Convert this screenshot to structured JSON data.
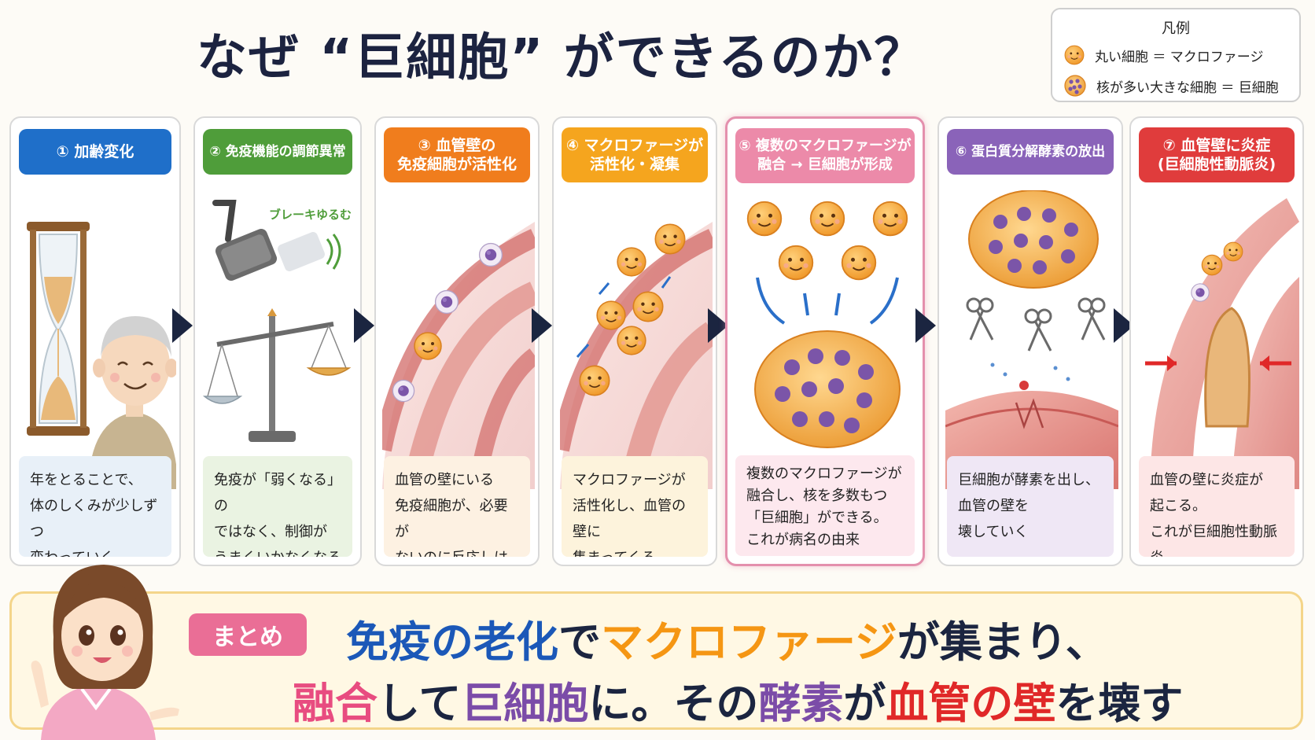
{
  "title": "なぜ “巨細胞” ができるのか？",
  "legend": {
    "title": "凡例",
    "items": [
      "丸い細胞 ＝ マクロファージ",
      "核が多い大きな細胞 ＝ 巨細胞"
    ]
  },
  "colors": {
    "step1": "#1f6fc9",
    "step2": "#4f9d3a",
    "step3": "#f07d1d",
    "step4": "#f5a51e",
    "step5": "#ec8aa9",
    "step6": "#8a63b9",
    "step7": "#e03c3c"
  },
  "steps": [
    {
      "label": "① 加齢変化",
      "caption": "年をとることで、\n体のしくみが少しずつ\n変わっていく"
    },
    {
      "label": "② 免疫機能の調節異常",
      "annotation": "ブレーキゆるむ",
      "caption": "免疫が「弱くなる」の\nではなく、制御が\nうまくいかなくなる"
    },
    {
      "label": "③ 血管壁の\n免疫細胞が活性化",
      "caption": "血管の壁にいる\n免疫細胞が、必要が\nないのに反応しはじめる"
    },
    {
      "label": "④ マクロファージが\n活性化・凝集",
      "caption": "マクロファージが\n活性化し、血管の壁に\n集まってくる"
    },
    {
      "label": "⑤ 複数のマクロファージが\n融合 → 巨細胞が形成",
      "caption": "複数のマクロファージが\n融合し、核を多数もつ\n「巨細胞」ができる。\nこれが病名の由来"
    },
    {
      "label": "⑥ 蛋白質分解酵素の放出",
      "caption": "巨細胞が酵素を出し、\n血管の壁を\n壊していく"
    },
    {
      "label": "⑦ 血管壁に炎症\n(巨細胞性動脈炎)",
      "caption": "血管の壁に炎症が\n起こる。\nこれが巨細胞性動脈炎"
    }
  ],
  "summary": {
    "badge": "まとめ",
    "line1": {
      "a": "免疫の老化",
      "b": "で",
      "c": "マクロファージ",
      "d": "が集まり、"
    },
    "line2": {
      "a": "融合",
      "b": "して",
      "c": "巨細胞",
      "d": "に。その",
      "e": "酵素",
      "f": "が",
      "g": "血管の壁",
      "h": "を壊す"
    }
  }
}
